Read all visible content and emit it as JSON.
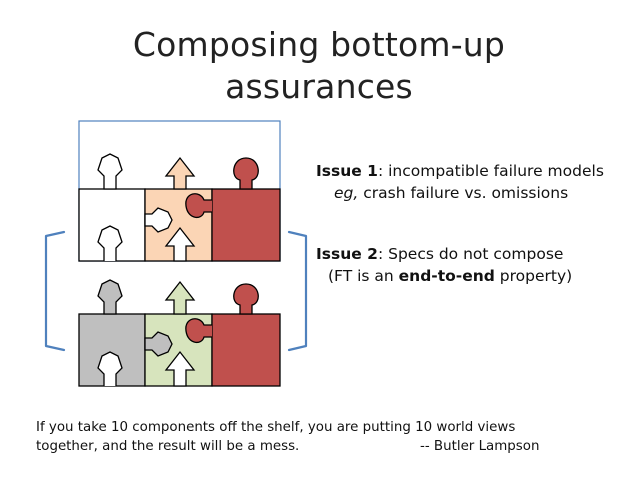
{
  "title": {
    "line1": "Composing bottom-up",
    "line2": "assurances"
  },
  "issue1": {
    "label": "Issue 1",
    "text": ": incompatible failure models",
    "example_prefix": "eg,",
    "example_text": " crash failure vs. omissions"
  },
  "issue2": {
    "label": "Issue 2",
    "text": ": Specs do not compose",
    "note_prefix": "(FT is an ",
    "note_bold": "end-to-end",
    "note_suffix": " property)"
  },
  "quote": {
    "line1": "If you take 10 components off the shelf, you are putting 10 world views",
    "line2": "together, and the result will be a mess.",
    "author": "-- Butler Lampson"
  },
  "colors": {
    "white_piece": "#ffffff",
    "peach_piece": "#fbd5b5",
    "red_piece": "#c0504d",
    "gray_piece": "#bfbfbf",
    "green_piece": "#d7e4bd",
    "bracket": "#4f81bd",
    "outline": "#000000"
  }
}
